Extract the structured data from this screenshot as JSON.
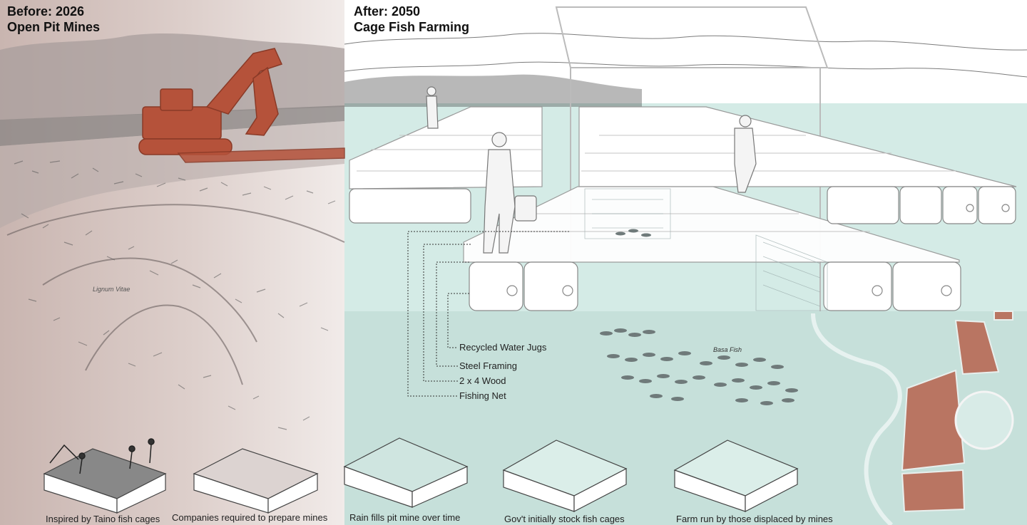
{
  "panels": {
    "before": {
      "title_line1": "Before: 2026",
      "title_line2": "Open Pit Mines"
    },
    "after": {
      "title_line1": "After: 2050",
      "title_line2": "Cage Fish Farming"
    }
  },
  "materials_legend": [
    "Recycled Water Jugs",
    "Steel Framing",
    "2 x 4 Wood",
    "Fishing Net"
  ],
  "annotations": {
    "tree_label": "Lignum Vitae",
    "fish_label": "Basa Fish"
  },
  "timeline_steps": [
    "Inspired by Taino fish cages",
    "Companies required to prepare mines",
    "Rain fills pit mine over time",
    "Gov't initially stock fish cages",
    "Farm run by those displaced by mines"
  ],
  "colors": {
    "mine_terracotta": "#b5523a",
    "water_teal": "#c6e0da",
    "before_tint": "#d6c4c0"
  },
  "icons": [
    "excavator-icon",
    "fisherman-icon",
    "fish-school-icon",
    "water-jug-icon"
  ]
}
